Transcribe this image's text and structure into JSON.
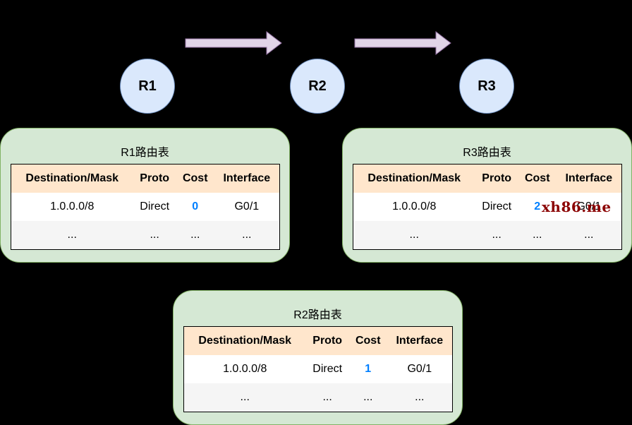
{
  "routers": [
    {
      "label": "R1"
    },
    {
      "label": "R2"
    },
    {
      "label": "R3"
    }
  ],
  "headers": {
    "dest": "Destination/Mask",
    "proto": "Proto",
    "cost": "Cost",
    "iface": "Interface"
  },
  "tables": {
    "r1": {
      "title": "R1路由表",
      "row1": {
        "dest": "1.0.0.0/8",
        "proto": "Direct",
        "cost": "0",
        "iface": "G0/1"
      },
      "row2": {
        "dest": "...",
        "proto": "...",
        "cost": "...",
        "iface": "..."
      }
    },
    "r3": {
      "title": "R3路由表",
      "row1": {
        "dest": "1.0.0.0/8",
        "proto": "Direct",
        "cost": "2",
        "iface": "G0/1"
      },
      "row2": {
        "dest": "...",
        "proto": "...",
        "cost": "...",
        "iface": "..."
      }
    },
    "r2": {
      "title": "R2路由表",
      "row1": {
        "dest": "1.0.0.0/8",
        "proto": "Direct",
        "cost": "1",
        "iface": "G0/1"
      },
      "row2": {
        "dest": "...",
        "proto": "...",
        "cost": "...",
        "iface": "..."
      }
    }
  },
  "watermark": "xh86.me",
  "colors": {
    "arrow_fill": "#e1d5e7",
    "router_fill": "#dae8fc",
    "panel_fill": "#d5e8d4",
    "header_fill": "#ffe6cc",
    "cost_text": "#007fff"
  }
}
